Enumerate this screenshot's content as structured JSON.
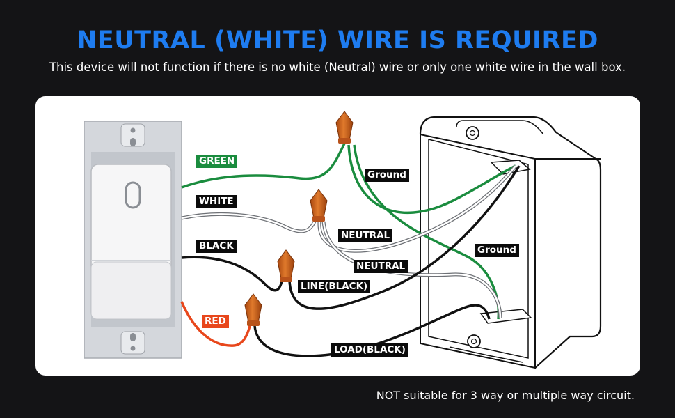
{
  "header": {
    "title": "NEUTRAL (WHITE) WIRE IS REQUIRED",
    "subtitle": "This device will not function if there is no white (Neutral) wire or only one white wire in the wall box."
  },
  "labels": {
    "green": "GREEN",
    "white": "WHITE",
    "black": "BLACK",
    "red": "RED",
    "ground_top": "Ground",
    "ground_right": "Ground",
    "neutral_1": "NEUTRAL",
    "neutral_2": "NEUTRAL",
    "line": "LINE(BLACK)",
    "load": "LOAD(BLACK)"
  },
  "footer": {
    "note": "NOT suitable for 3 way or multiple way circuit."
  },
  "colors": {
    "title": "#1e7cf0",
    "green_wire": "#1a8c3e",
    "red_wire": "#e8471c",
    "wire_nut": "#d4661c",
    "background": "#141416"
  }
}
